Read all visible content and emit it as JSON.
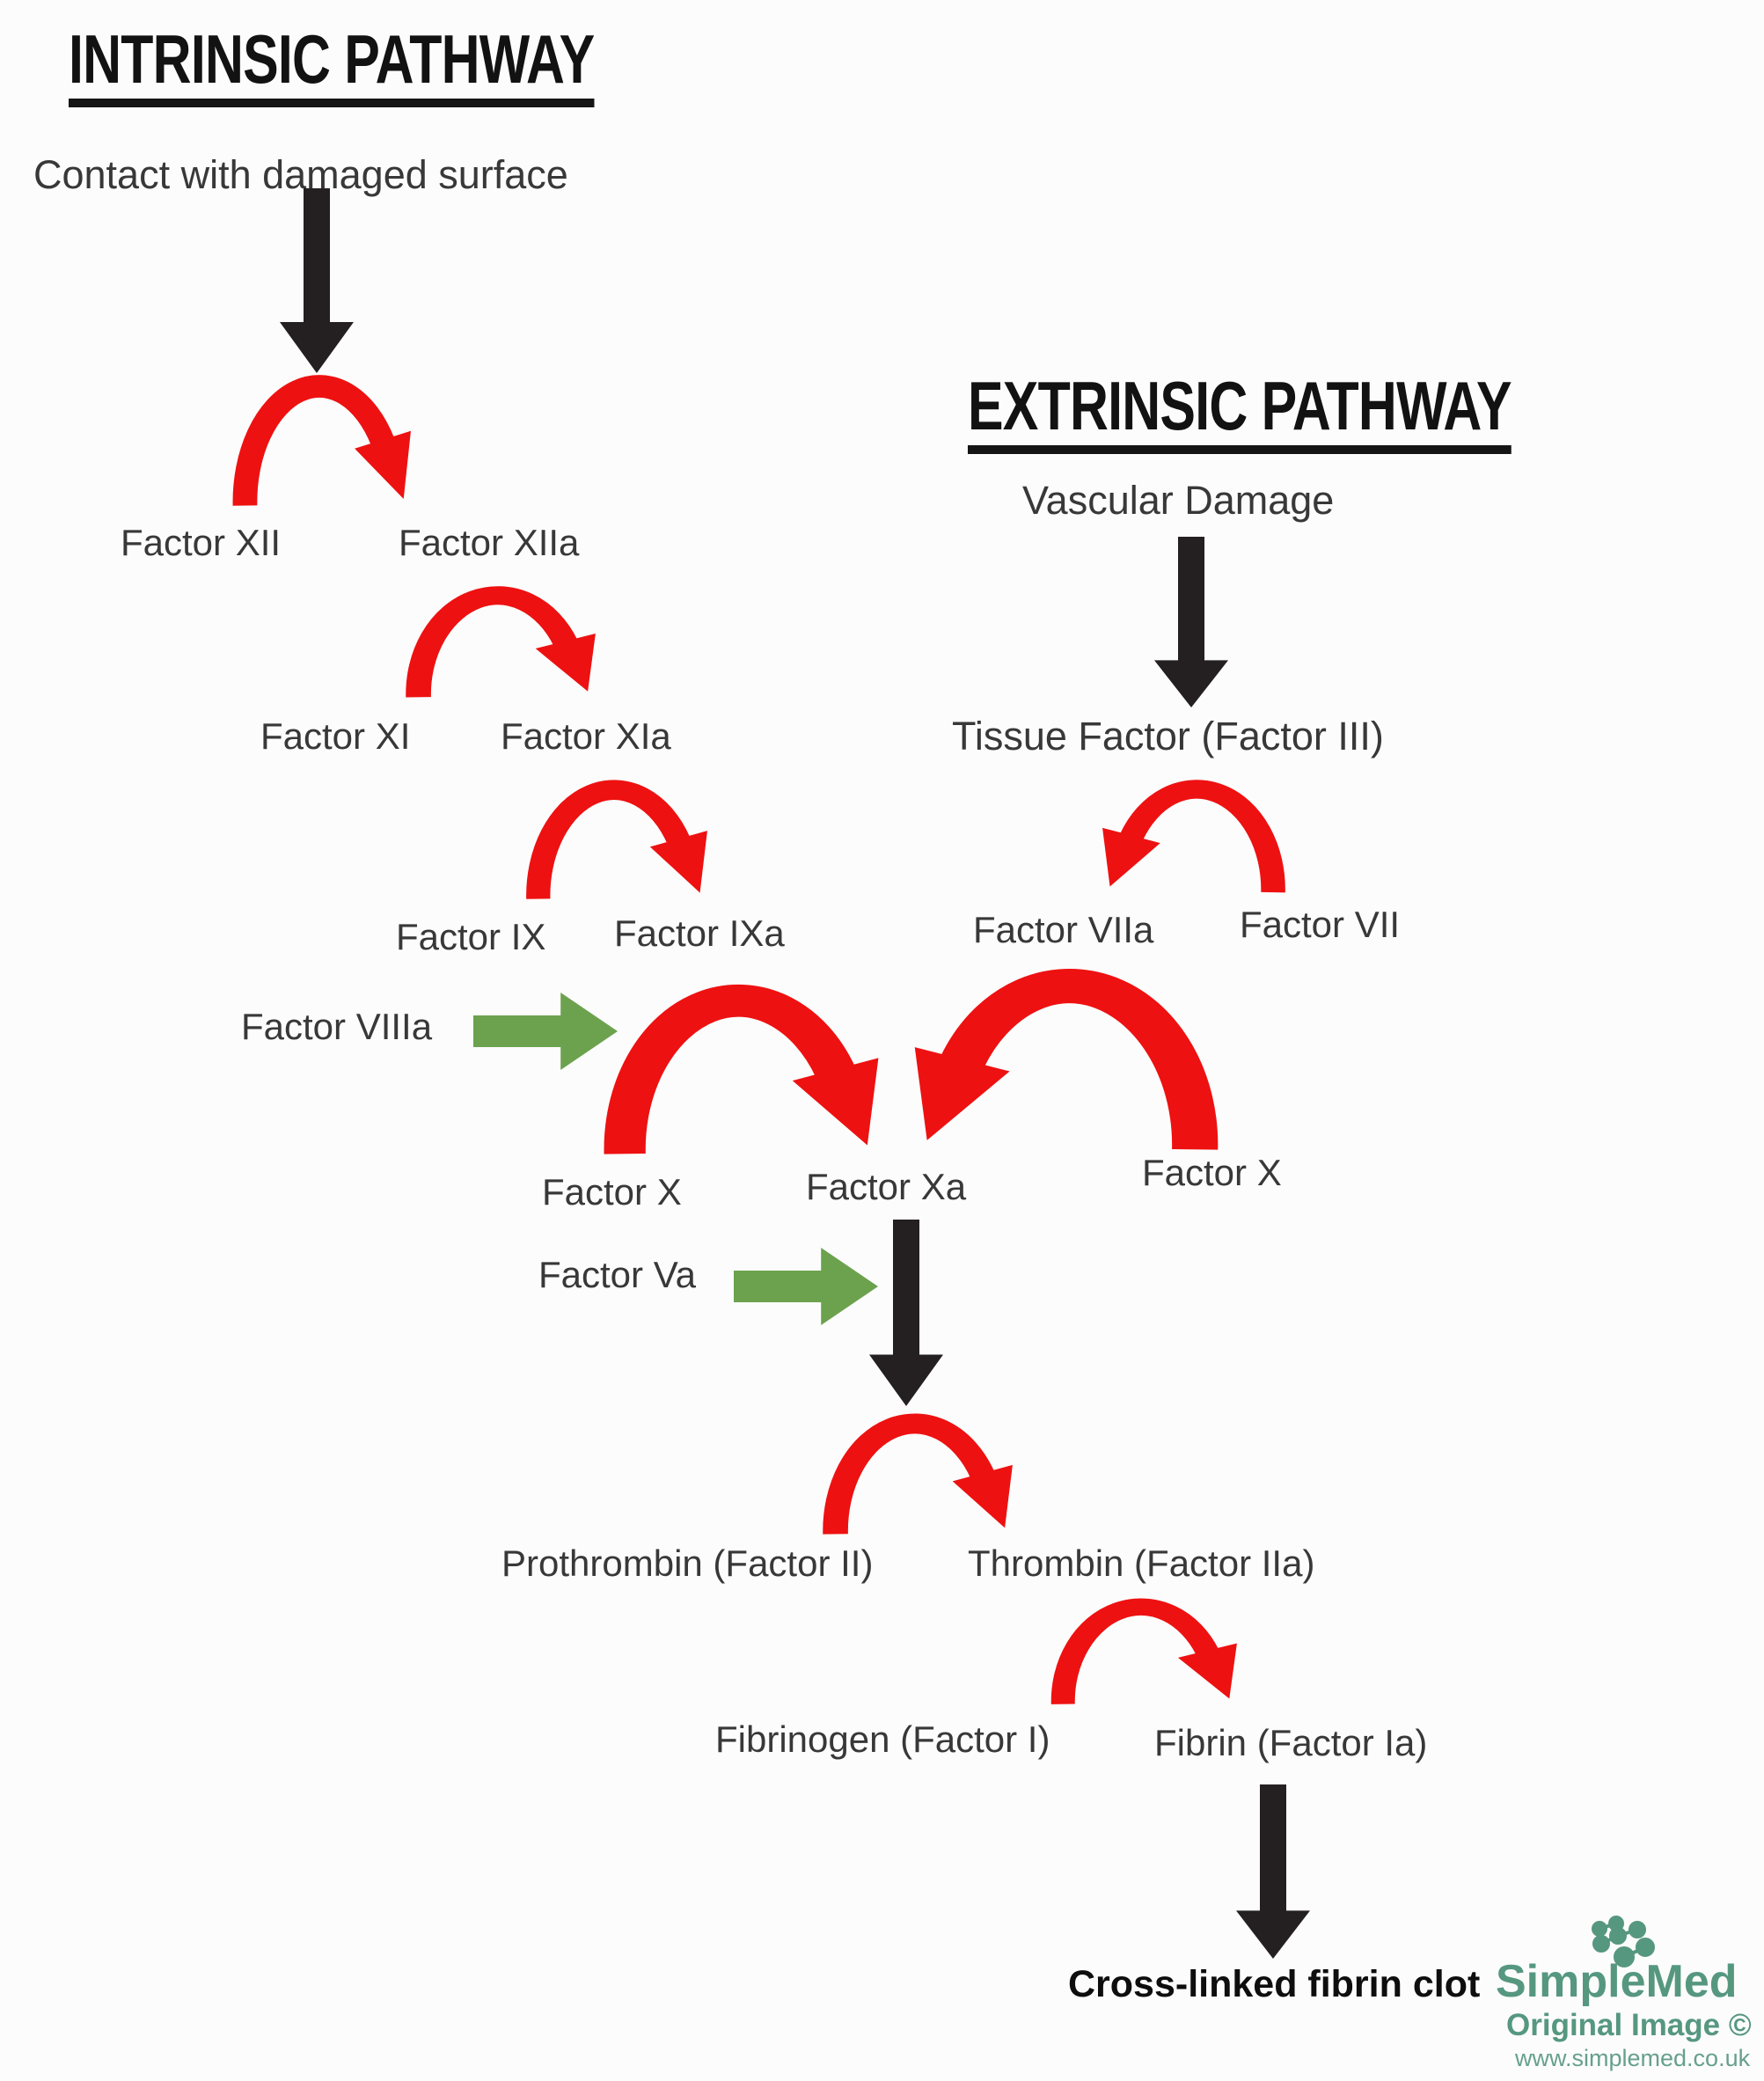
{
  "diagram": {
    "intrinsic_title": "INTRINSIC PATHWAY",
    "extrinsic_title": "EXTRINSIC PATHWAY",
    "intrinsic_trigger": "Contact with damaged surface",
    "extrinsic_trigger": "Vascular Damage",
    "tissue_factor": "Tissue Factor (Factor III)",
    "factors": {
      "xii": "Factor XII",
      "xiia": "Factor XIIa",
      "xi": "Factor XI",
      "xia": "Factor XIa",
      "ix": "Factor IX",
      "ixa": "Factor IXa",
      "viiia": "Factor VIIIa",
      "x_left": "Factor X",
      "xa": "Factor Xa",
      "viia": "Factor VIIa",
      "vii": "Factor VII",
      "x_right": "Factor X",
      "va": "Factor Va",
      "prothrombin": "Prothrombin (Factor II)",
      "thrombin": "Thrombin (Factor IIa)",
      "fibrinogen": "Fibrinogen (Factor I)",
      "fibrin": "Fibrin (Factor Ia)"
    },
    "result": "Cross-linked fibrin clot"
  },
  "branding": {
    "name": "SimpleMed",
    "copyright": "Original Image ©",
    "url": "www.simplemed.co.uk"
  },
  "colors": {
    "activation_red": "#ee1111",
    "cofactor_green": "#6ca24e",
    "flow_black": "#242021",
    "brand_teal": "#569780"
  }
}
